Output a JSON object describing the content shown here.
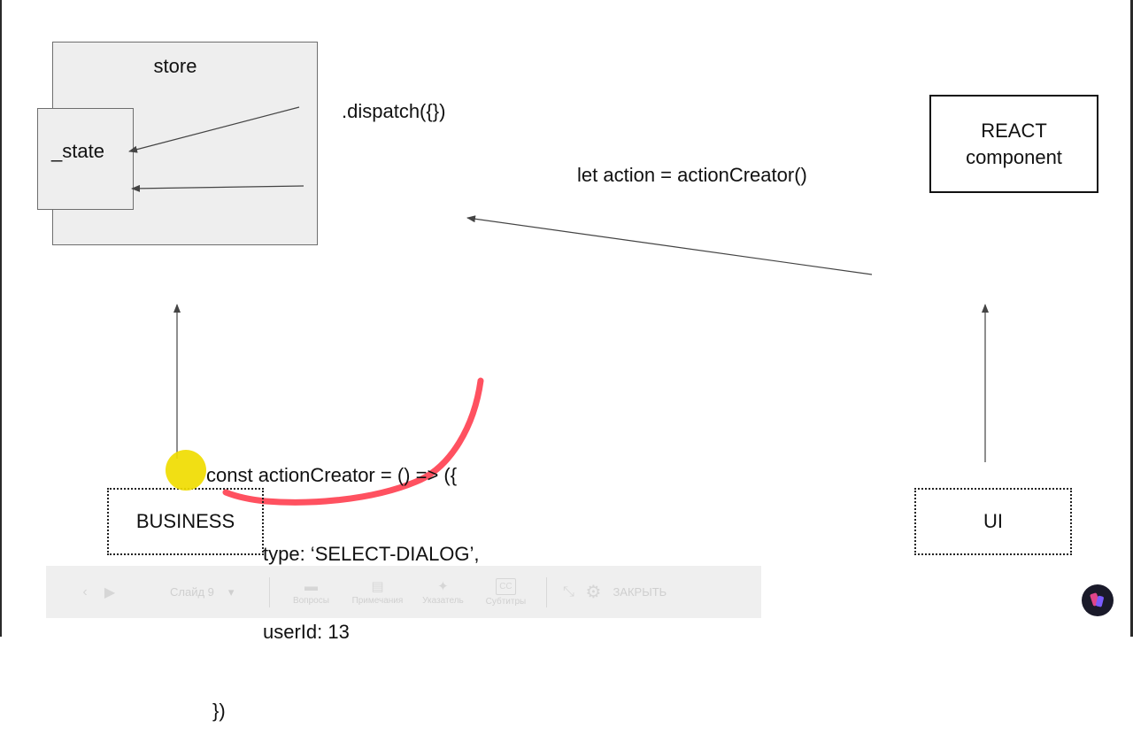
{
  "diagram": {
    "store_label": "store",
    "state_label": "_state",
    "dispatch_text": ".dispatch({})",
    "action_text": "let action = actionCreator()",
    "react_box": {
      "line1": "REACT",
      "line2": "component"
    },
    "code": {
      "line1": "const actionCreator = () => ({",
      "line2": "type: ‘SELECT-DIALOG’,",
      "line3": "userId: 13",
      "line4": "})"
    },
    "business_label": "BUSINESS",
    "ui_label": "UI"
  },
  "toolbar": {
    "slide_label": "Слайд 9",
    "questions_label": "Вопросы",
    "notes_label": "Примечания",
    "pointer_label": "Указатель",
    "subtitles_label": "Субтитры",
    "subtitles_icon_text": "CC",
    "close_label": "ЗАКРЫТЬ"
  },
  "colors": {
    "box_fill": "#eeeeee",
    "cursor_highlight": "#f0dc00",
    "annotation_stroke": "#ff3344"
  }
}
